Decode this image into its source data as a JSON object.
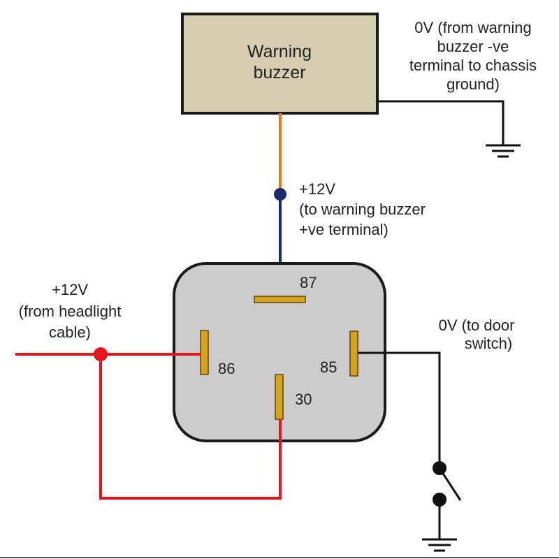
{
  "buzzer": {
    "line1": "Warning",
    "line2": "buzzer"
  },
  "ground_note": {
    "line1": "0V (from warning",
    "line2": "buzzer -ve",
    "line3": "terminal to chassis",
    "line4": "ground)"
  },
  "positive_note": {
    "line1": "+12V",
    "line2": "(to warning buzzer",
    "line3": "+ve terminal)"
  },
  "headlight_note": {
    "line1": "+12V",
    "line2": "(from headlight",
    "line3": "cable)"
  },
  "door_note": {
    "line1": "0V (to door",
    "line2": "switch)"
  },
  "pins": {
    "p87": "87",
    "p86": "86",
    "p85": "85",
    "p30": "30"
  },
  "colors": {
    "buzzer_fill": "#d6ceb0",
    "relay_fill": "#cccccc",
    "pin_fill": "#d9a21b",
    "wire_red": "#e8141c",
    "wire_navy": "#1a2a6c",
    "wire_orange": "#e3791d",
    "wire_black": "#111111"
  }
}
